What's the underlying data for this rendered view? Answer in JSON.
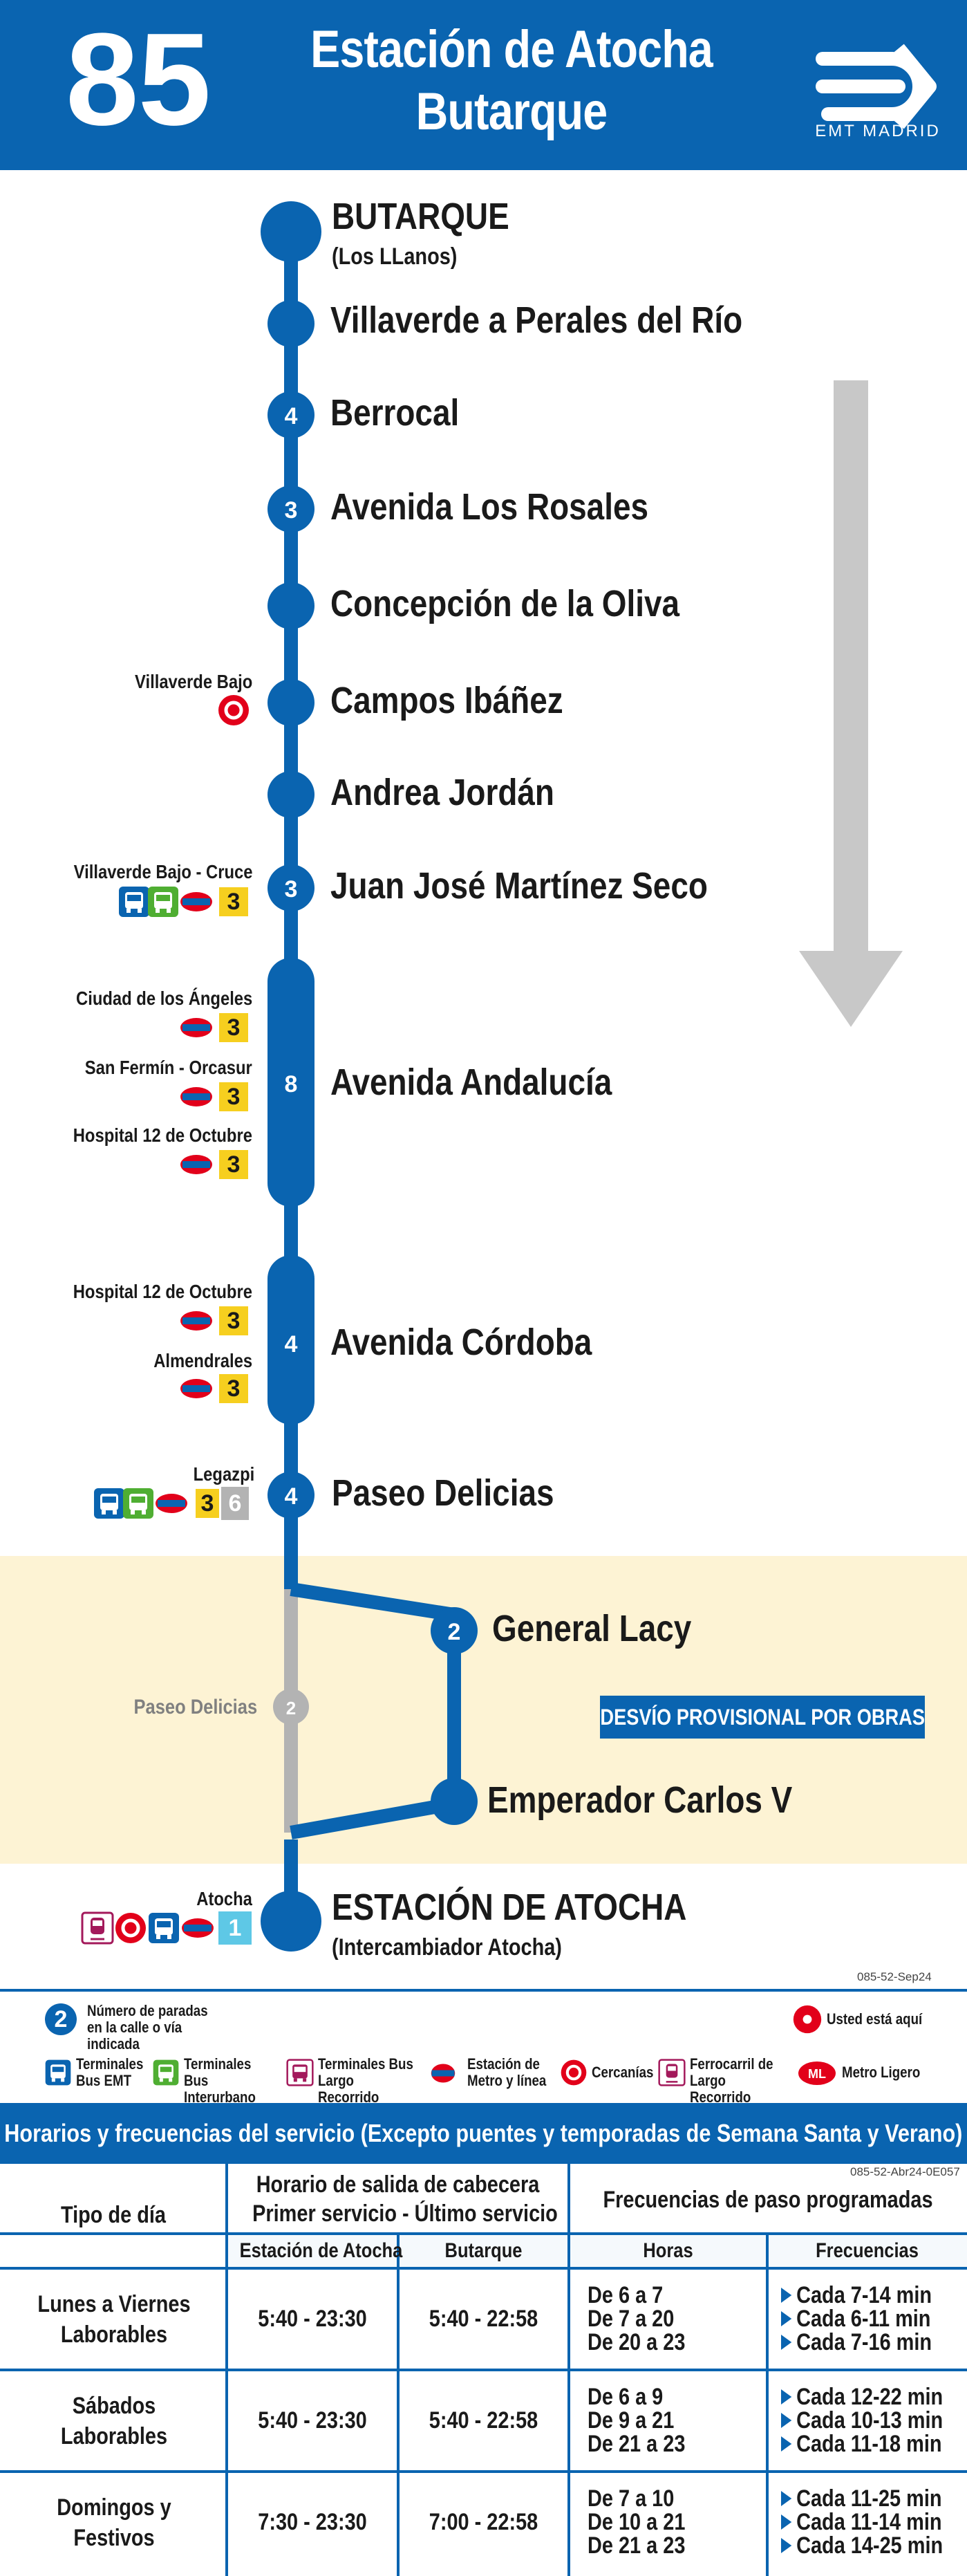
{
  "header": {
    "line_number": "85",
    "destination_line1": "Estación de Atocha",
    "destination_line2": "Butarque",
    "logo_text": "EMT MADRID",
    "brand_color": "#0a64b0"
  },
  "stops": [
    {
      "name": "BUTARQUE",
      "subtitle": "(Los LLanos)"
    },
    {
      "name": "Villaverde a Perales del Río"
    },
    {
      "name": "Berrocal",
      "stop_count": "4"
    },
    {
      "name": "Avenida Los Rosales",
      "stop_count": "3"
    },
    {
      "name": "Concepción de la Oliva"
    },
    {
      "name": "Campos Ibáñez",
      "connections": [
        {
          "label": "Villaverde Bajo",
          "icons": [
            "cercanias-icon"
          ]
        }
      ]
    },
    {
      "name": "Andrea Jordán"
    },
    {
      "name": "Juan José Martínez Seco",
      "stop_count": "3",
      "connections": [
        {
          "label": "Villaverde Bajo - Cruce",
          "icons": [
            "emt-bus-icon",
            "interurban-bus-icon",
            "metro-icon"
          ],
          "metro_lines": [
            "3"
          ]
        }
      ]
    },
    {
      "name": "Avenida Andalucía",
      "stop_count": "8",
      "connections": [
        {
          "label": "Ciudad de los Ángeles",
          "icons": [
            "metro-icon"
          ],
          "metro_lines": [
            "3"
          ]
        },
        {
          "label": "San Fermín - Orcasur",
          "icons": [
            "metro-icon"
          ],
          "metro_lines": [
            "3"
          ]
        },
        {
          "label": "Hospital 12 de Octubre",
          "icons": [
            "metro-icon"
          ],
          "metro_lines": [
            "3"
          ]
        }
      ]
    },
    {
      "name": "Avenida Córdoba",
      "stop_count": "4",
      "connections": [
        {
          "label": "Hospital 12 de Octubre",
          "icons": [
            "metro-icon"
          ],
          "metro_lines": [
            "3"
          ]
        },
        {
          "label": "Almendrales",
          "icons": [
            "metro-icon"
          ],
          "metro_lines": [
            "3"
          ]
        }
      ]
    },
    {
      "name": "Paseo Delicias",
      "stop_count": "4",
      "connections": [
        {
          "label": "Legazpi",
          "icons": [
            "emt-bus-icon",
            "interurban-bus-icon",
            "metro-icon"
          ],
          "metro_lines": [
            "3",
            "6"
          ]
        }
      ]
    },
    {
      "name": "General Lacy",
      "stop_count": "2",
      "detour": true
    },
    {
      "name": "Emperador Carlos V",
      "detour": true
    },
    {
      "name": "ESTACIÓN DE ATOCHA",
      "subtitle": "(Intercambiador Atocha)",
      "connections": [
        {
          "label": "Atocha",
          "icons": [
            "long-distance-rail-icon",
            "cercanias-icon",
            "emt-bus-icon",
            "metro-icon"
          ],
          "metro_lines": [
            "1"
          ]
        }
      ]
    }
  ],
  "suspended_stop": {
    "name": "Paseo Delicias",
    "stop_count": "2"
  },
  "detour_label": "DESVÍO PROVISIONAL POR OBRAS",
  "map_code": "085-52-Sep24",
  "legend": {
    "stop_count_text": "Número de paradas en la calle o vía indicada",
    "stop_count_example": "2",
    "you_are_here": "Usted está aquí",
    "items": [
      {
        "icon": "emt-bus-icon",
        "text": "Terminales Bus EMT"
      },
      {
        "icon": "interurban-bus-icon",
        "text": "Terminales Bus Interurbano"
      },
      {
        "icon": "long-distance-bus-icon",
        "text": "Terminales Bus Largo Recorrido"
      },
      {
        "icon": "metro-icon",
        "text": "Estación de Metro y línea"
      },
      {
        "icon": "cercanias-icon",
        "text": "Cercanías"
      },
      {
        "icon": "long-distance-rail-icon",
        "text": "Ferrocarril de Largo Recorrido"
      },
      {
        "icon": "light-rail-icon",
        "text": "Metro Ligero"
      }
    ]
  },
  "schedule": {
    "title": "Horarios y frecuencias del servicio (Excepto puentes y temporadas de Semana Santa y Verano)",
    "code": "085-52-Abr24-0E057",
    "col_day_type": "Tipo de día",
    "col_departure_group": "Horario de salida de cabecera",
    "col_departure_sub": "Primer servicio - Último servicio",
    "col_from_atocha": "Estación de Atocha",
    "col_from_butarque": "Butarque",
    "col_freq_group": "Frecuencias de paso programadas",
    "col_hours": "Horas",
    "col_frequencies": "Frecuencias",
    "rows": [
      {
        "day": "Lunes a Viernes Laborables",
        "atocha": "5:40 - 23:30",
        "butarque": "5:40 - 22:58",
        "hours": [
          "De 6 a 7",
          "De 7 a 20",
          "De 20 a 23"
        ],
        "freqs": [
          "Cada 7-14 min",
          "Cada 6-11 min",
          "Cada 7-16 min"
        ]
      },
      {
        "day": "Sábados Laborables",
        "atocha": "5:40 - 23:30",
        "butarque": "5:40 - 22:58",
        "hours": [
          "De 6 a 9",
          "De 9 a 21",
          "De 21 a 23"
        ],
        "freqs": [
          "Cada 12-22 min",
          "Cada 10-13 min",
          "Cada 11-18 min"
        ]
      },
      {
        "day": "Domingos y Festivos",
        "atocha": "7:30 - 23:30",
        "butarque": "7:00 - 22:58",
        "hours": [
          "De 7 a 10",
          "De 10 a 21",
          "De 21 a 23"
        ],
        "freqs": [
          "Cada 11-25 min",
          "Cada 11-14 min",
          "Cada 14-25 min"
        ]
      }
    ]
  }
}
